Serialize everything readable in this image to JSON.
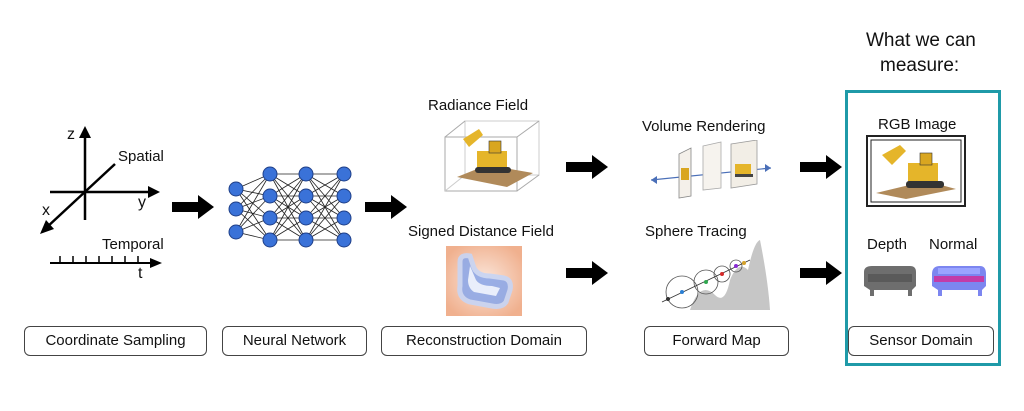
{
  "measure_caption": [
    "What we can",
    "measure:"
  ],
  "coordinate_panel": {
    "axis_z": "z",
    "axis_y": "y",
    "axis_x": "x",
    "spatial_label": "Spatial",
    "temporal_label": "Temporal",
    "time_label": "t"
  },
  "reconstruction": {
    "radiance_label": "Radiance Field",
    "sdf_label": "Signed Distance Field"
  },
  "forward": {
    "volume_label": "Volume Rendering",
    "sphere_label": "Sphere Tracing"
  },
  "sensor": {
    "rgb_label": "RGB Image",
    "depth_label": "Depth",
    "normal_label": "Normal"
  },
  "stages": [
    "Coordinate Sampling",
    "Neural Network",
    "Reconstruction Domain",
    "Forward Map",
    "Sensor Domain"
  ],
  "colors": {
    "sensor_border": "#1f9aa8",
    "neuron_fill": "#3a72d8",
    "arrow": "#000000"
  }
}
